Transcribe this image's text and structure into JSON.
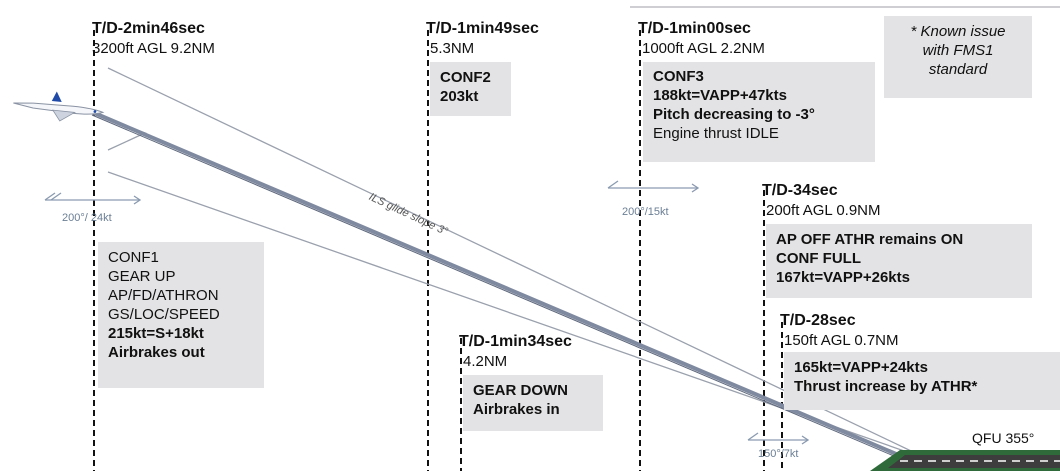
{
  "markers": [
    {
      "id": "m1",
      "time": "T/D-2min46sec",
      "info": "3200ft AGL 9.2NM"
    },
    {
      "id": "m2",
      "time": "T/D-1min49sec",
      "info": "5.3NM"
    },
    {
      "id": "m3",
      "time": "T/D-1min00sec",
      "info": "1000ft AGL 2.2NM"
    },
    {
      "id": "m4",
      "time": "T/D-1min34sec",
      "info": "4.2NM"
    },
    {
      "id": "m5",
      "time": "T/D-34sec",
      "info": "200ft AGL 0.9NM"
    },
    {
      "id": "m6",
      "time": "T/D-28sec",
      "info": "150ft AGL 0.7NM"
    }
  ],
  "boxes": {
    "conf1": [
      "CONF1",
      "GEAR UP",
      "AP/FD/ATHRON",
      "GS/LOC/SPEED",
      "215kt=S+18kt",
      "Airbrakes out"
    ],
    "conf2": [
      "CONF2",
      "203kt"
    ],
    "conf3": [
      "CONF3",
      "188kt=VAPP+47kts",
      "Pitch decreasing to -3°",
      "Engine thrust IDLE"
    ],
    "gear": [
      "GEAR DOWN",
      "Airbrakes in"
    ],
    "apoff": [
      "AP OFF ATHR remains ON",
      "CONF FULL",
      "167kt=VAPP+26kts"
    ],
    "thrust": [
      "165kt=VAPP+24kts",
      "Thrust increase by ATHR*"
    ]
  },
  "note": [
    "* Known issue",
    "with FMS1",
    "standard"
  ],
  "winds": [
    "200°/ 24kt",
    "200°/15kt",
    "150°/7kt"
  ],
  "glide_slope_label": "ILS glide slope 3°",
  "runway_label": "QFU 355°",
  "colors": {
    "box_bg": "#e3e3e5",
    "path": "#7f8aa0",
    "wind": "#8a9ab0",
    "runway": "#2f6b3a"
  }
}
